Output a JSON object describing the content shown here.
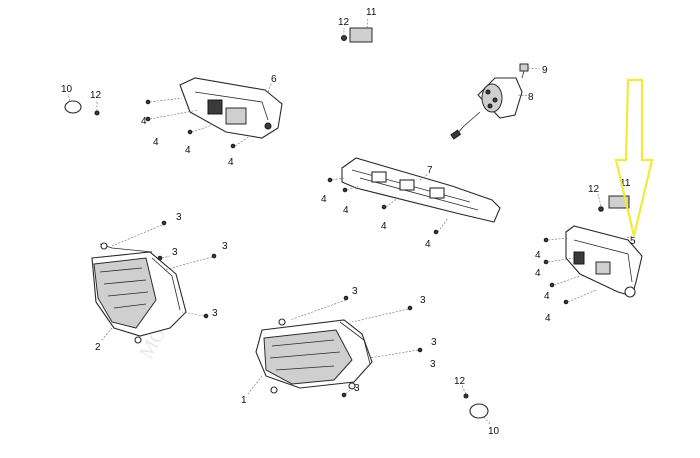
{
  "diagram": {
    "callouts": {
      "c1": "1",
      "c2": "2",
      "c3": "3",
      "c4": "4",
      "c5": "5",
      "c6": "6",
      "c7": "7",
      "c8": "8",
      "c9": "9",
      "c10": "10",
      "c11": "11",
      "c12": "12"
    },
    "watermark": "MOTO",
    "highlight_color": "#f2ea3a"
  }
}
